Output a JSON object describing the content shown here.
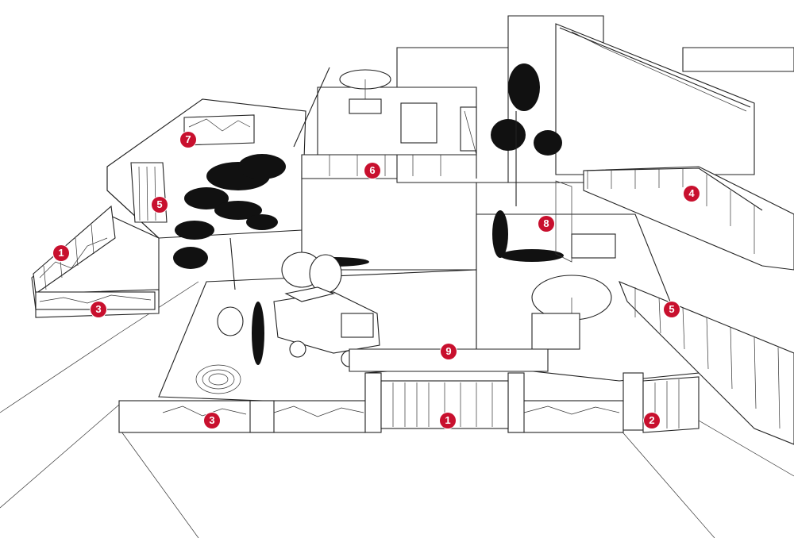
{
  "colors": {
    "marker": "#c8102e",
    "line": "#222222",
    "background": "#ffffff",
    "foliage": "#111111"
  },
  "markers": [
    {
      "label": "1",
      "name": "marker-1-left-fence"
    },
    {
      "label": "1",
      "name": "marker-1-main-gate"
    },
    {
      "label": "2",
      "name": "marker-2-side-gate"
    },
    {
      "label": "3",
      "name": "marker-3-left-railing"
    },
    {
      "label": "3",
      "name": "marker-3-front-fence"
    },
    {
      "label": "4",
      "name": "marker-4-rear-railing"
    },
    {
      "label": "5",
      "name": "marker-5-left-gate"
    },
    {
      "label": "5",
      "name": "marker-5-stair-railing"
    },
    {
      "label": "6",
      "name": "marker-6-roof-terrace"
    },
    {
      "label": "7",
      "name": "marker-7-screen-wall"
    },
    {
      "label": "8",
      "name": "marker-8-trellis-screen"
    },
    {
      "label": "9",
      "name": "marker-9-gate-canopy"
    }
  ]
}
